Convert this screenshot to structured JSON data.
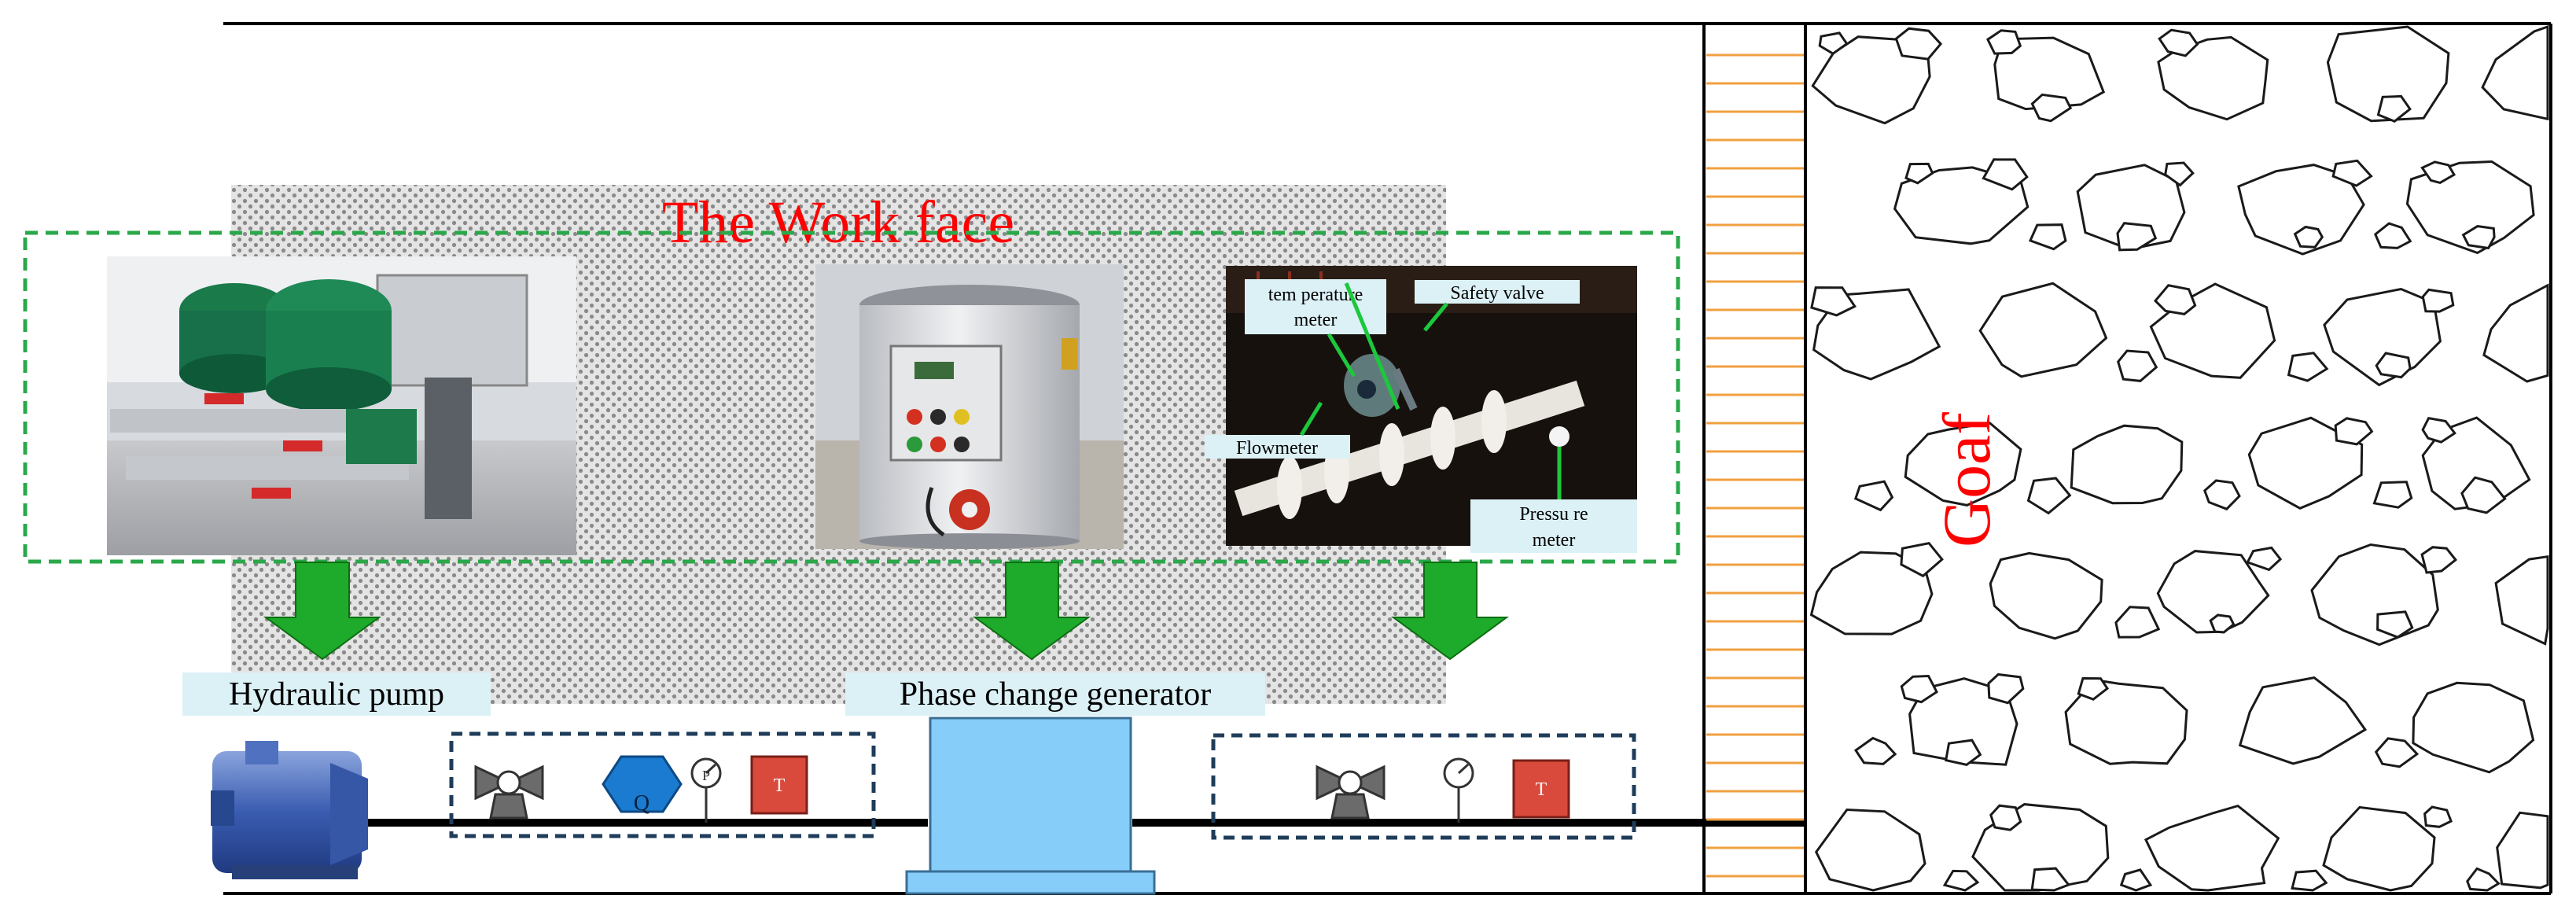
{
  "work_face": {
    "title": "The Work face"
  },
  "goaf": {
    "label": "Goaf"
  },
  "photos": {
    "pump": {
      "alt": "Hydraulic pump photo"
    },
    "generator": {
      "alt": "Phase change generator photo"
    },
    "instruments": {
      "alt": "Instrument pipeline photo",
      "labels": {
        "temperature_meter_line1": "tem perature",
        "temperature_meter_line2": "meter",
        "safety_valve": "Safety valve",
        "flow_meter": "Flowmeter",
        "pressure_meter_line1": "Pressu re",
        "pressure_meter_line2": "meter"
      }
    }
  },
  "components": {
    "hydraulic_pump": "Hydraulic pump",
    "phase_change_generator": "Phase change generator"
  },
  "symbols": {
    "flow": "Q",
    "pressure": "P",
    "temperature_left": "T",
    "temperature_right": "T"
  },
  "colors": {
    "title_red": "#ff0000",
    "arrow_green": "#1eaa2a",
    "dashed_green": "#2aa84a",
    "label_bg": "#dcf1f6",
    "generator_blue": "#87cdfa",
    "flow_hex_blue": "#1a7bd0",
    "temp_box_red": "#d94a3c",
    "orange_lines": "#f0a040"
  }
}
